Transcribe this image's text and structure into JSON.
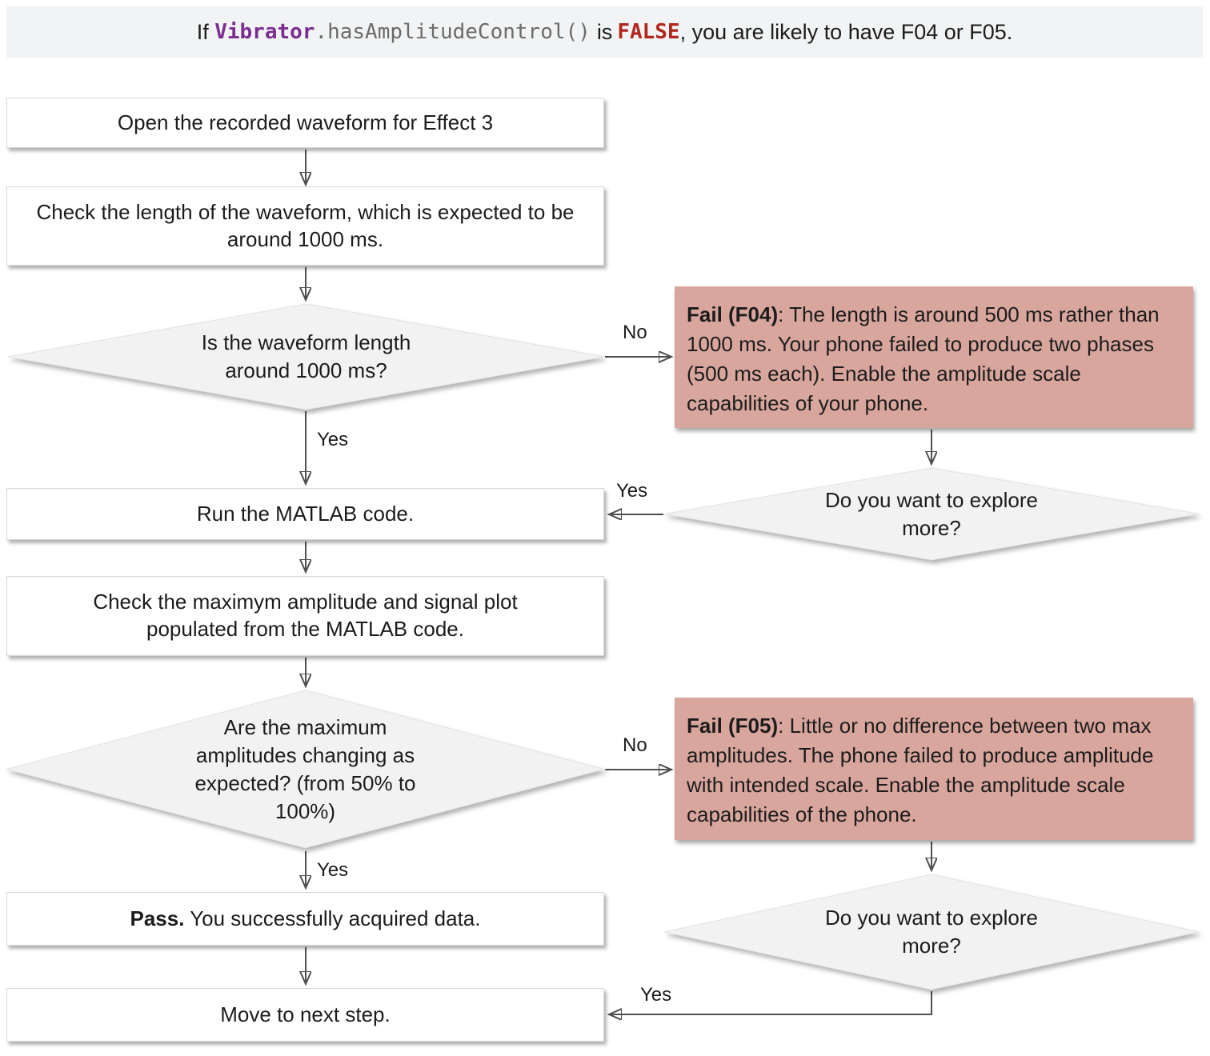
{
  "banner": {
    "prefix": "If ",
    "code_object": "Vibrator",
    "code_method": ".hasAmplitudeControl()",
    "is_word": "is",
    "false_keyword": "FALSE",
    "suffix": ", you are likely to have F04 or F05."
  },
  "steps": {
    "open_waveform": "Open the recorded waveform for Effect 3",
    "check_length": "Check the length of the waveform, which is expected to be around 1000 ms.",
    "run_matlab": "Run the MATLAB code.",
    "check_amplitude": "Check the maximym amplitude and signal plot populated from the MATLAB code.",
    "pass_lead": "Pass.",
    "pass_text": " You successfully acquired data.",
    "move_next": "Move to next step."
  },
  "decisions": {
    "length_question": "Is the waveform length around 1000 ms?",
    "amplitude_question": "Are the maximum amplitudes changing as expected? (from 50% to 100%)",
    "explore_1": "Do you want to explore more?",
    "explore_2": "Do you want to explore more?"
  },
  "failures": {
    "f04_lead": "Fail (F04)",
    "f04_text": ": The length is around 500 ms rather than 1000 ms. Your phone failed to produce two phases (500 ms each). Enable the amplitude scale capabilities of your phone.",
    "f05_lead": "Fail (F05)",
    "f05_text": ": Little or no difference between two max amplitudes. The phone failed to produce amplitude with intended scale. Enable the amplitude scale capabilities of the phone."
  },
  "edge_labels": {
    "yes_length": "Yes",
    "no_length": "No",
    "yes_explore1": "Yes",
    "yes_amplitude": "Yes",
    "no_amplitude": "No",
    "yes_explore2": "Yes"
  },
  "colors": {
    "banner_bg": "#f1f3f4",
    "code_purple": "#7b2d90",
    "keyword_red": "#b0271d",
    "fail_box_bg": "#d9a69e",
    "decision_bg": "#f2f2f2",
    "arrow": "#4f4f4f",
    "box_border": "#d8d8d8"
  }
}
